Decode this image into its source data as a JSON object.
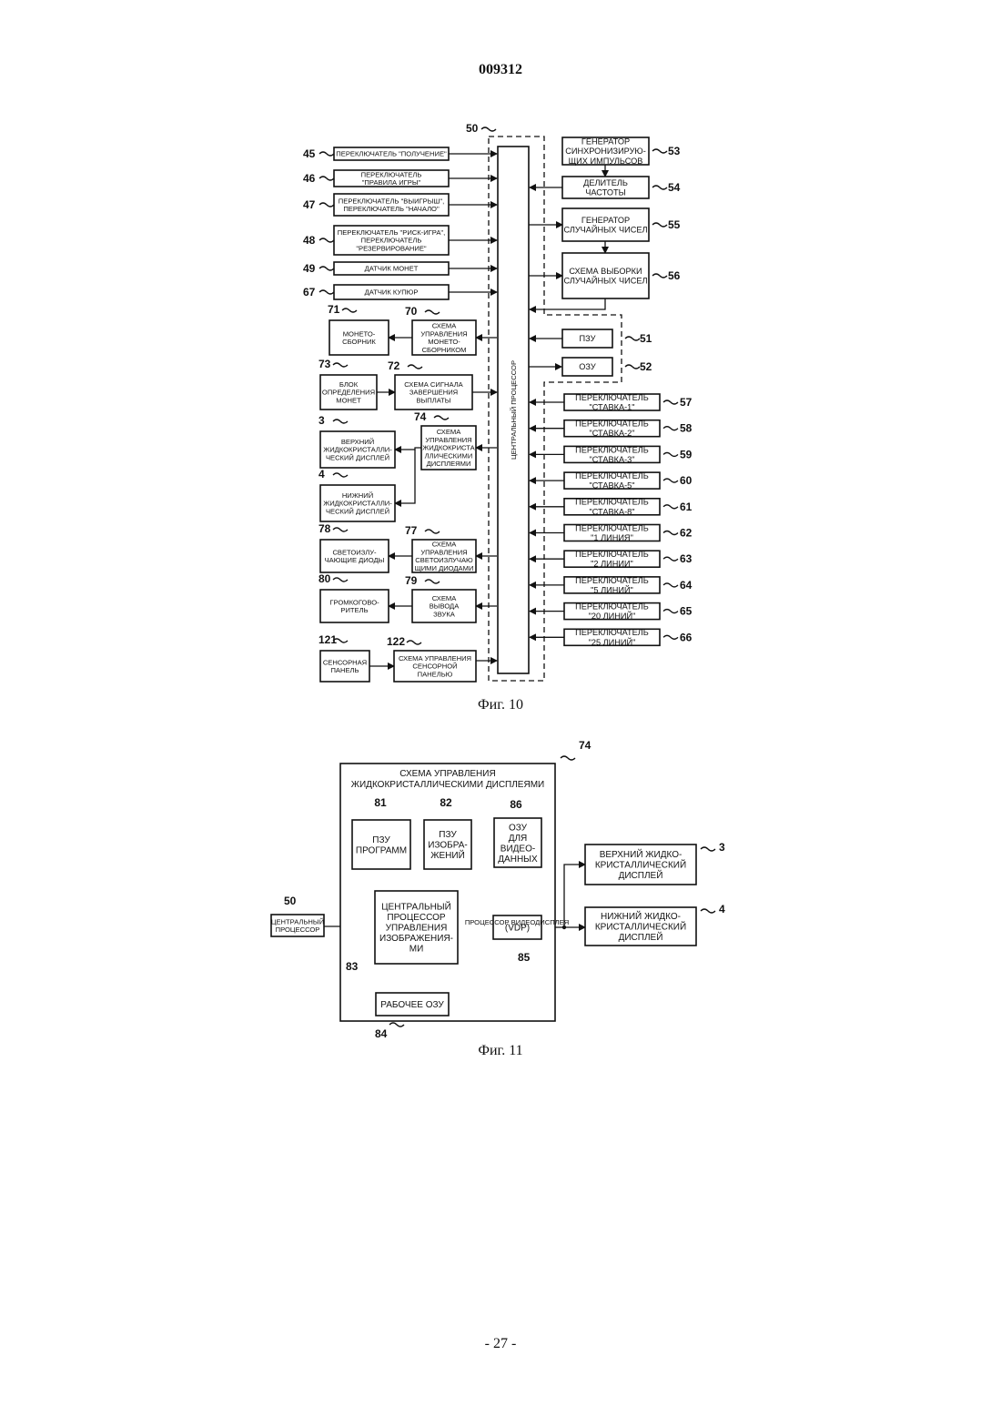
{
  "header": {
    "doc_number": "009312"
  },
  "fig10": {
    "caption": "Фиг. 10",
    "cpu": {
      "ref": "50",
      "label": "ЦЕНТРАЛЬНЫЙ ПРОЦЕССОР"
    },
    "left_inputs": [
      {
        "ref": "45",
        "lines": [
          "ПЕРЕКЛЮЧАТЕЛЬ \"ПОЛУЧЕНИЕ\""
        ]
      },
      {
        "ref": "46",
        "lines": [
          "ПЕРЕКЛЮЧАТЕЛЬ",
          "\"ПРАВИЛА ИГРЫ\""
        ]
      },
      {
        "ref": "47",
        "lines": [
          "ПЕРЕКЛЮЧАТЕЛЬ \"ВЫИГРЫШ\",",
          "ПЕРЕКЛЮЧАТЕЛЬ \"НАЧАЛО\""
        ]
      },
      {
        "ref": "48",
        "lines": [
          "ПЕРЕКЛЮЧАТЕЛЬ \"РИСК-ИГРА\",",
          "ПЕРЕКЛЮЧАТЕЛЬ",
          "\"РЕЗЕРВИРОВАНИЕ\""
        ]
      },
      {
        "ref": "49",
        "lines": [
          "ДАТЧИК МОНЕТ"
        ]
      },
      {
        "ref": "67",
        "lines": [
          "ДАТЧИК КУПЮР"
        ]
      }
    ],
    "left_outer": [
      {
        "ref": "71",
        "lines": [
          "МОНЕТО-",
          "СБОРНИК"
        ]
      },
      {
        "ref": "73",
        "lines": [
          "БЛОК",
          "ОПРЕДЕЛЕНИЯ",
          "МОНЕТ"
        ]
      },
      {
        "ref": "3",
        "lines": [
          "ВЕРХНИЙ",
          "ЖИДКОКРИСТАЛЛИ-",
          "ЧЕСКИЙ ДИСПЛЕЙ"
        ]
      },
      {
        "ref": "4",
        "lines": [
          "НИЖНИЙ",
          "ЖИДКОКРИСТАЛЛИ-",
          "ЧЕСКИЙ ДИСПЛЕЙ"
        ]
      },
      {
        "ref": "78",
        "lines": [
          "СВЕТОИЗЛУ-",
          "ЧАЮЩИЕ ДИОДЫ"
        ]
      },
      {
        "ref": "80",
        "lines": [
          "ГРОМКОГОВО-",
          "РИТЕЛЬ"
        ]
      },
      {
        "ref": "121",
        "lines": [
          "СЕНСОРНАЯ",
          "ПАНЕЛЬ"
        ]
      }
    ],
    "left_inner": [
      {
        "ref": "70",
        "lines": [
          "СХЕМА",
          "УПРАВЛЕНИЯ",
          "МОНЕТО-",
          "СБОРНИКОМ"
        ]
      },
      {
        "ref": "72",
        "lines": [
          "СХЕМА СИГНАЛА",
          "ЗАВЕРШЕНИЯ",
          "ВЫПЛАТЫ"
        ]
      },
      {
        "ref": "74",
        "lines": [
          "СХЕМА",
          "УПРАВЛЕНИЯ",
          "ЖИДКОКРИСТА",
          "ЛЛИЧЕСКИМИ",
          "ДИСПЛЕЯМИ"
        ]
      },
      {
        "ref": "77",
        "lines": [
          "СХЕМА",
          "УПРАВЛЕНИЯ",
          "СВЕТОИЗЛУЧАЮ",
          "ЩИМИ ДИОДАМИ"
        ]
      },
      {
        "ref": "79",
        "lines": [
          "СХЕМА",
          "ВЫВОДА",
          "ЗВУКА"
        ]
      },
      {
        "ref": "122",
        "lines": [
          "СХЕМА УПРАВЛЕНИЯ",
          "СЕНСОРНОЙ",
          "ПАНЕЛЬЮ"
        ]
      }
    ],
    "right_top": [
      {
        "ref": "53",
        "lines": [
          "ГЕНЕРАТОР",
          "СИНХРОНИЗИРУЮ-",
          "ЩИХ ИМПУЛЬСОВ"
        ]
      },
      {
        "ref": "54",
        "lines": [
          "ДЕЛИТЕЛЬ",
          "ЧАСТОТЫ"
        ]
      },
      {
        "ref": "55",
        "lines": [
          "ГЕНЕРАТОР",
          "СЛУЧАЙНЫХ ЧИСЕЛ"
        ]
      },
      {
        "ref": "56",
        "lines": [
          "СХЕМА ВЫБОРКИ",
          "СЛУЧАЙНЫХ ЧИСЕЛ"
        ]
      }
    ],
    "memory": [
      {
        "ref": "51",
        "lines": [
          "ПЗУ"
        ]
      },
      {
        "ref": "52",
        "lines": [
          "ОЗУ"
        ]
      }
    ],
    "right_switches": [
      {
        "ref": "57",
        "lines": [
          "ПЕРЕКЛЮЧАТЕЛЬ",
          "\"СТАВКА-1\""
        ]
      },
      {
        "ref": "58",
        "lines": [
          "ПЕРЕКЛЮЧАТЕЛЬ",
          "\"СТАВКА-2\""
        ]
      },
      {
        "ref": "59",
        "lines": [
          "ПЕРЕКЛЮЧАТЕЛЬ",
          "\"СТАВКА-3\""
        ]
      },
      {
        "ref": "60",
        "lines": [
          "ПЕРЕКЛЮЧАТЕЛЬ",
          "\"СТАВКА-5\""
        ]
      },
      {
        "ref": "61",
        "lines": [
          "ПЕРЕКЛЮЧАТЕЛЬ",
          "\"СТАВКА-8\""
        ]
      },
      {
        "ref": "62",
        "lines": [
          "ПЕРЕКЛЮЧАТЕЛЬ",
          "\"1 ЛИНИЯ\""
        ]
      },
      {
        "ref": "63",
        "lines": [
          "ПЕРЕКЛЮЧАТЕЛЬ",
          "\"2 ЛИНИИ\""
        ]
      },
      {
        "ref": "64",
        "lines": [
          "ПЕРЕКЛЮЧАТЕЛЬ",
          "\"5 ЛИНИЙ\""
        ]
      },
      {
        "ref": "65",
        "lines": [
          "ПЕРЕКЛЮЧАТЕЛЬ",
          "\"20 ЛИНИЙ\""
        ]
      },
      {
        "ref": "66",
        "lines": [
          "ПЕРЕКЛЮЧАТЕЛЬ",
          "\"25 ЛИНИЙ\""
        ]
      }
    ]
  },
  "fig11": {
    "caption": "Фиг. 11",
    "container": {
      "ref": "74",
      "lines": [
        "СХЕМА УПРАВЛЕНИЯ",
        "ЖИДКОКРИСТАЛЛИЧЕСКИМИ ДИСПЛЕЯМИ"
      ]
    },
    "rom_programs": {
      "ref": "81",
      "lines": [
        "ПЗУ",
        "ПРОГРАММ"
      ]
    },
    "rom_images": {
      "ref": "82",
      "lines": [
        "ПЗУ",
        "ИЗОБРА-",
        "ЖЕНИЙ"
      ]
    },
    "vram": {
      "ref": "86",
      "lines": [
        "ОЗУ",
        "ДЛЯ",
        "ВИДЕО-",
        "ДАННЫХ"
      ]
    },
    "image_cpu": {
      "ref": "83",
      "lines": [
        "ЦЕНТРАЛЬНЫЙ",
        "ПРОЦЕССОР",
        "УПРАВЛЕНИЯ",
        "ИЗОБРАЖЕНИЯ-",
        "МИ"
      ]
    },
    "vdp": {
      "ref": "85",
      "lines": [
        "(VDP)"
      ]
    },
    "work_ram": {
      "ref": "84",
      "lines": [
        "РАБОЧЕЕ ОЗУ"
      ]
    },
    "cpu": {
      "ref": "50",
      "lines": [
        "ЦЕНТРАЛЬНЫЙ",
        "ПРОЦЕССОР"
      ]
    },
    "upper_lcd": {
      "ref": "3",
      "lines": [
        "ВЕРХНИЙ ЖИДКО-",
        "КРИСТАЛЛИЧЕСКИЙ",
        "ДИСПЛЕЙ"
      ]
    },
    "lower_lcd": {
      "ref": "4",
      "lines": [
        "НИЖНИЙ ЖИДКО-",
        "КРИСТАЛЛИЧЕСКИЙ",
        "ДИСПЛЕЙ"
      ]
    }
  },
  "footer": {
    "page_number": "- 27 -"
  }
}
